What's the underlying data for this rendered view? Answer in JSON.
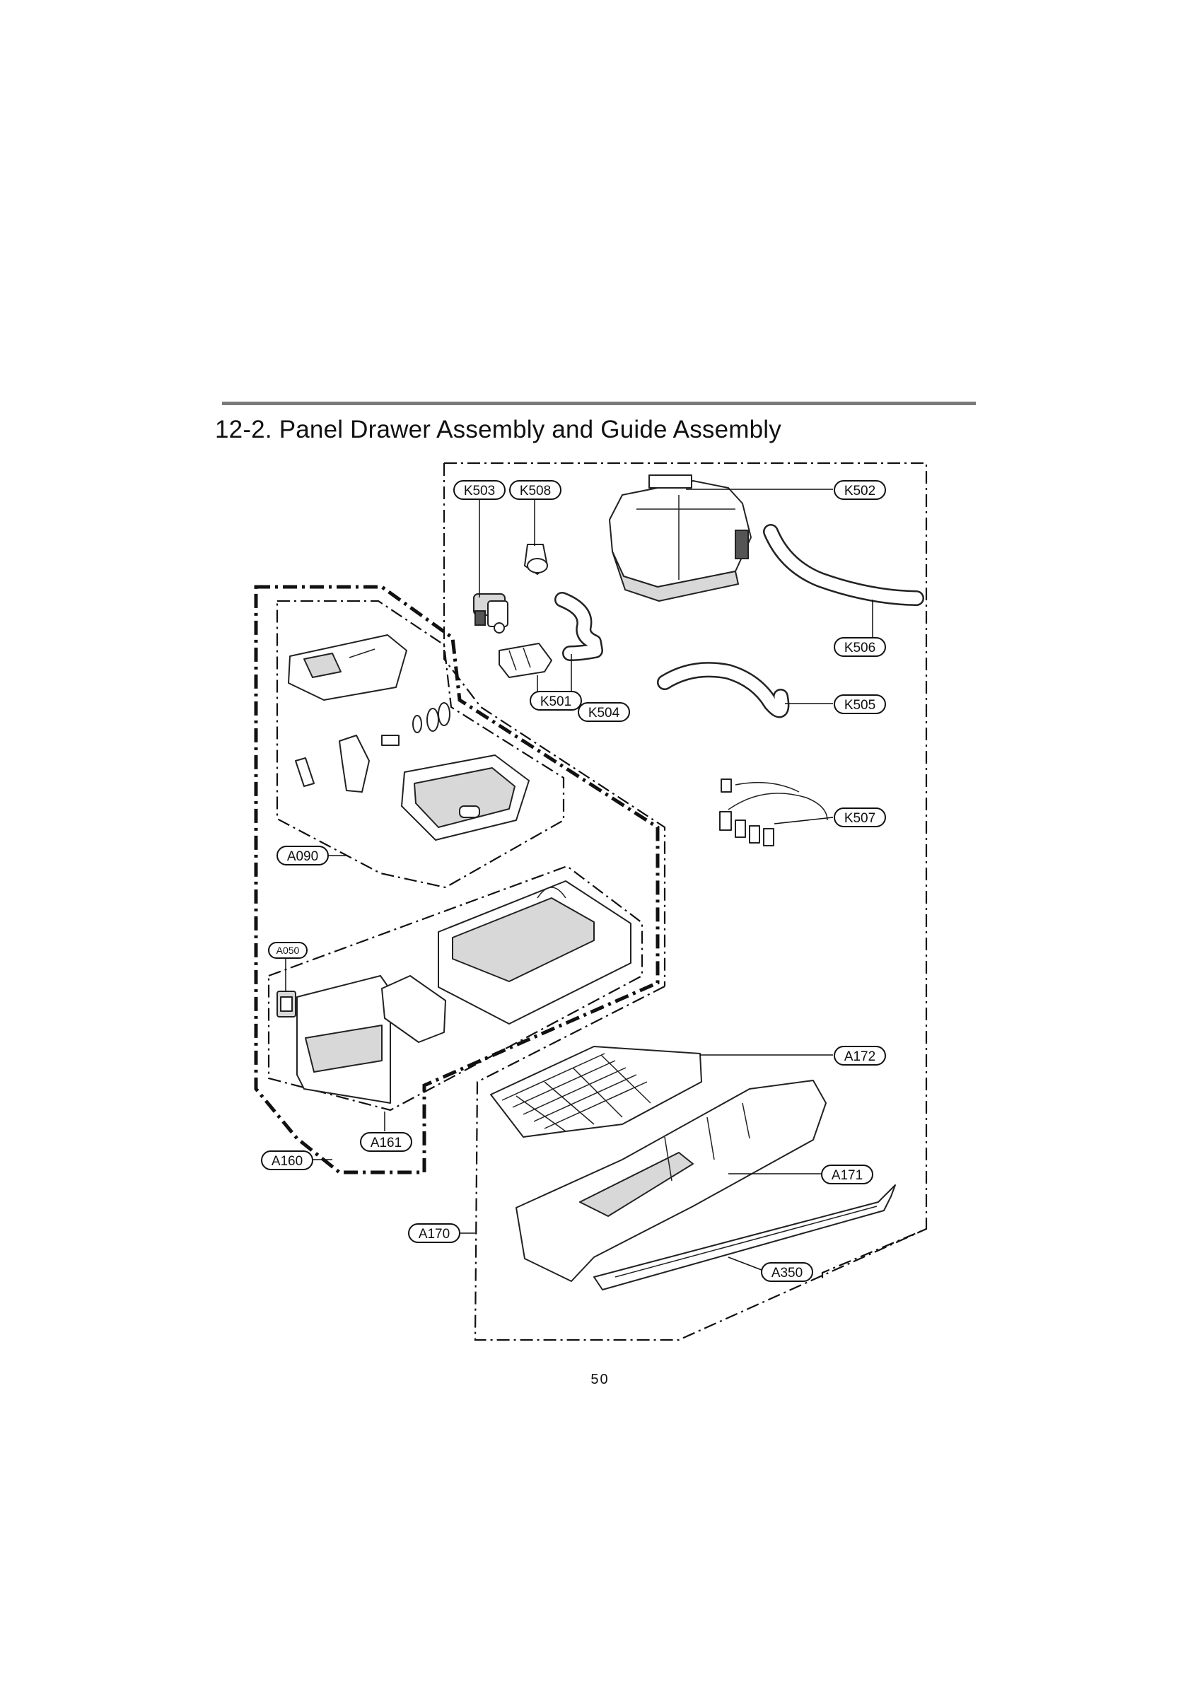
{
  "title": "12-2. Panel Drawer Assembly and Guide Assembly",
  "page_number": "50",
  "callouts": {
    "k503": "K503",
    "k508": "K508",
    "k502": "K502",
    "k506": "K506",
    "k501": "K501",
    "k504": "K504",
    "k505": "K505",
    "k507": "K507",
    "a090": "A090",
    "a050": "A050",
    "a172": "A172",
    "a161": "A161",
    "a160": "A160",
    "a171": "A171",
    "a170": "A170",
    "a350": "A350"
  }
}
